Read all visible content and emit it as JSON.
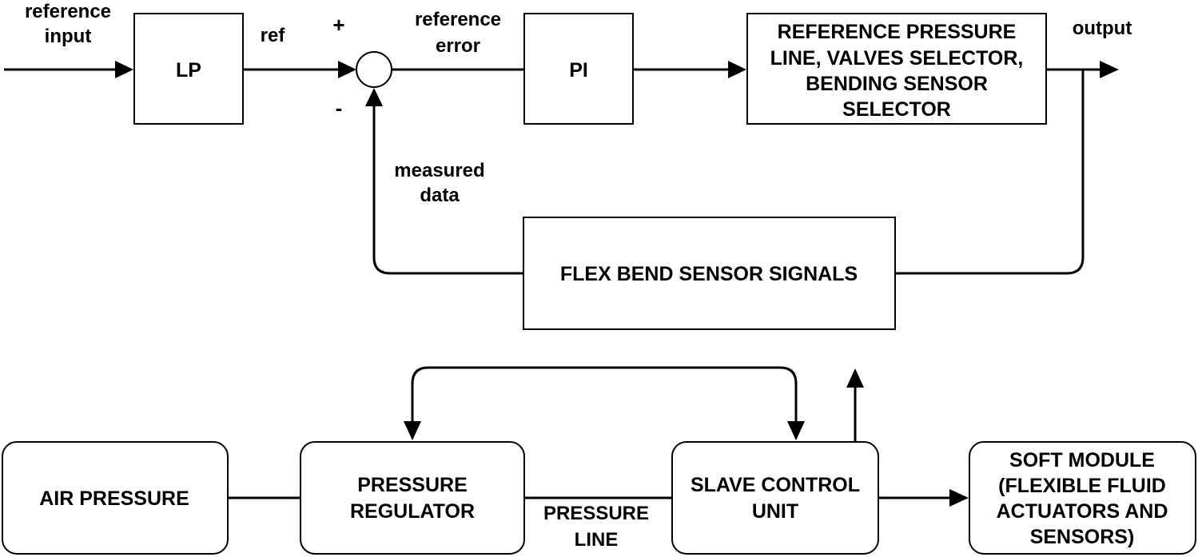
{
  "labels": {
    "reference_input": [
      "reference",
      "input"
    ],
    "ref": "ref",
    "plus": "+",
    "minus": "-",
    "reference_error": [
      "reference",
      "error"
    ],
    "output": "output",
    "measured_data": [
      "measured",
      "data"
    ],
    "pressure_line": [
      "PRESSURE",
      "LINE"
    ]
  },
  "blocks": {
    "lp": "LP",
    "pi": "PI",
    "selector": [
      "REFERENCE PRESSURE",
      "LINE, VALVES SELECTOR,",
      "BENDING SENSOR",
      "SELECTOR"
    ],
    "flex_bend": "FLEX BEND SENSOR SIGNALS",
    "air_pressure": "AIR PRESSURE",
    "pressure_regulator": [
      "PRESSURE",
      "REGULATOR"
    ],
    "slave_control_unit": [
      "SLAVE CONTROL",
      "UNIT"
    ],
    "soft_module": [
      "SOFT MODULE",
      "(FLEXIBLE FLUID",
      "ACTUATORS AND",
      "SENSORS)"
    ]
  },
  "colors": {
    "line": "#000000",
    "background": "#ffffff"
  }
}
